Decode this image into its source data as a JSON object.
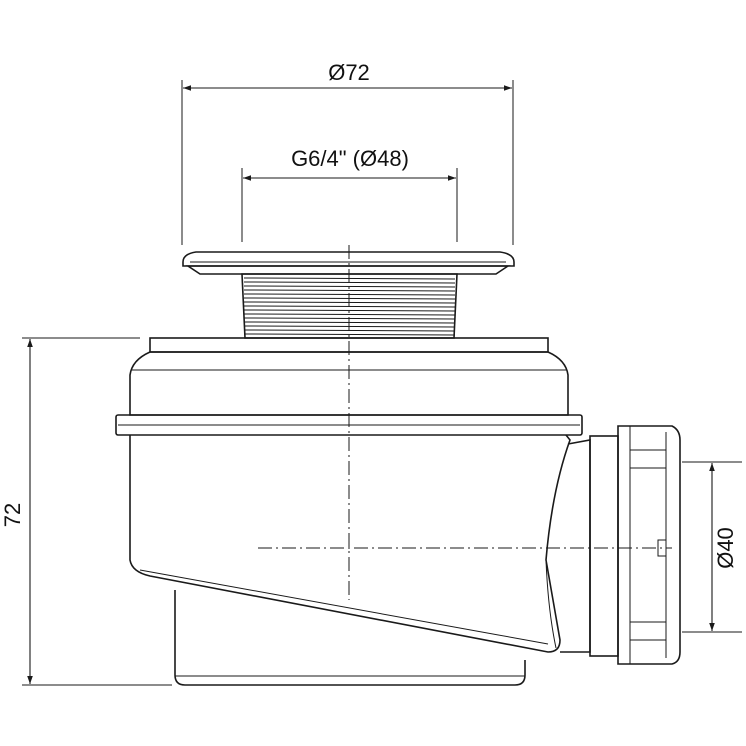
{
  "drawing": {
    "dimensions": {
      "outer_diameter": "Ø72",
      "thread": "G6/4\" (Ø48)",
      "height": "72",
      "outlet_diameter": "Ø40"
    }
  }
}
